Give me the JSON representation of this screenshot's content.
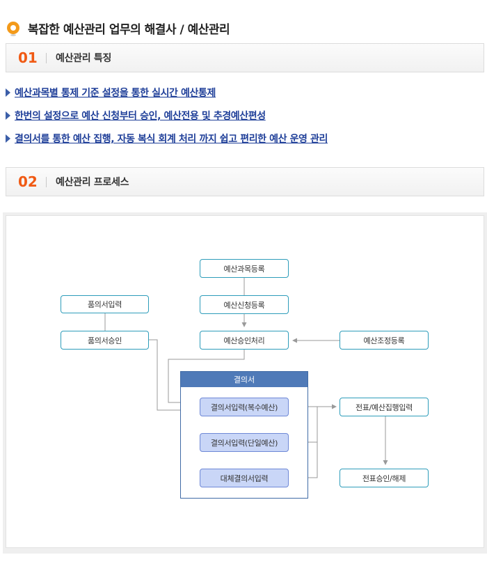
{
  "page": {
    "title": "복잡한 예산관리 업무의 해결사 / 예산관리"
  },
  "sections": [
    {
      "num": "01",
      "title": "예산관리 특징"
    },
    {
      "num": "02",
      "title": "예산관리 프로세스"
    }
  ],
  "features": [
    "예산과목별 통제 기준 설정을 통한 실시간 예산통제",
    "한번의 설정으로 예산 신청부터 승인, 예산전용 및 추경예산편성",
    "결의서를 통한 예산 집행, 자동 복식 회계 처리 까지 쉽고 편리한 예산 운영 관리"
  ],
  "process": {
    "nodes": {
      "budget_item_reg": "예산과목등록",
      "budget_request_reg": "예산신청등록",
      "budget_approval": "예산승인처리",
      "budget_adjust_reg": "예산조정등록",
      "proposal_input": "품의서입력",
      "proposal_approval": "품의서승인",
      "resolution_group": "결의서",
      "resolution_multi": "결의서입력(복수예산)",
      "resolution_single": "결의서입력(단일예산)",
      "substitute_resolution": "대체결의서입력",
      "voucher_exec_input": "전표/예산집행입력",
      "voucher_approval": "전표승인/해제"
    },
    "colors": {
      "node_border": "#2d9cba",
      "group_header": "#4f7ab8",
      "blue_node_fill": "#c9d6f7",
      "connector": "#9a9a9a"
    }
  }
}
